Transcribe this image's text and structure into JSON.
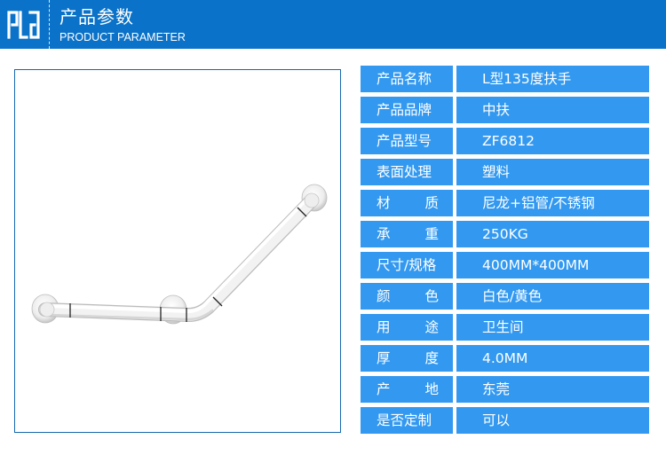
{
  "header": {
    "logo_icon": "brand-logo-icon",
    "title": "产品参数",
    "subtitle": "PRODUCT PARAMETER",
    "background_color": "#0a72c8"
  },
  "product_image": {
    "description": "L型135度扶手 white handrail product photo",
    "border_color": "#1668b0"
  },
  "spec_table": {
    "cell_color": "#3399f0",
    "rows": [
      {
        "label": "产品名称",
        "label_parts": [
          "产品名称"
        ],
        "value": "L型135度扶手"
      },
      {
        "label": "产品品牌",
        "label_parts": [
          "产品品牌"
        ],
        "value": "中扶"
      },
      {
        "label": "产品型号",
        "label_parts": [
          "产品型号"
        ],
        "value": "ZF6812"
      },
      {
        "label": "表面处理",
        "label_parts": [
          "表面处理"
        ],
        "value": "塑料"
      },
      {
        "label": "材质",
        "label_parts": [
          "材",
          "质"
        ],
        "value": "尼龙+铝管/不锈钢"
      },
      {
        "label": "承重",
        "label_parts": [
          "承",
          "重"
        ],
        "value": "250KG"
      },
      {
        "label": "尺寸/规格",
        "label_parts": [
          "尺寸/规格"
        ],
        "value": "400MM*400MM"
      },
      {
        "label": "颜色",
        "label_parts": [
          "颜",
          "色"
        ],
        "value": "白色/黄色"
      },
      {
        "label": "用途",
        "label_parts": [
          "用",
          "途"
        ],
        "value": "卫生间"
      },
      {
        "label": "厚度",
        "label_parts": [
          "厚",
          "度"
        ],
        "value": "4.0MM"
      },
      {
        "label": "产地",
        "label_parts": [
          "产",
          "地"
        ],
        "value": "东莞"
      },
      {
        "label": "是否定制",
        "label_parts": [
          "是否定制"
        ],
        "value": "可以"
      }
    ]
  }
}
